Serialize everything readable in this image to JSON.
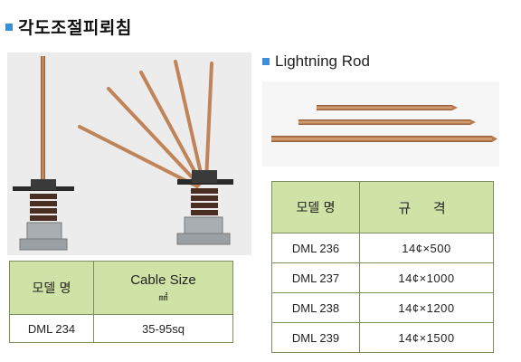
{
  "left": {
    "title": "각도조절피뢰침",
    "table": {
      "headers": [
        "모델 명",
        "Cable Size",
        "㎟"
      ],
      "rows": [
        [
          "DML 234",
          "35-95sq"
        ]
      ]
    }
  },
  "right": {
    "title": "Lightning Rod",
    "table": {
      "headers": [
        "모델 명",
        "규 격"
      ],
      "rows": [
        [
          "DML 236",
          "14¢×500"
        ],
        [
          "DML 237",
          "14¢×1000"
        ],
        [
          "DML 238",
          "14¢×1200"
        ],
        [
          "DML 239",
          "14¢×1500"
        ]
      ]
    }
  },
  "colors": {
    "accent": "#3b8fd6",
    "header_bg": "#cfe3a6",
    "copper": "#b87a4e"
  }
}
